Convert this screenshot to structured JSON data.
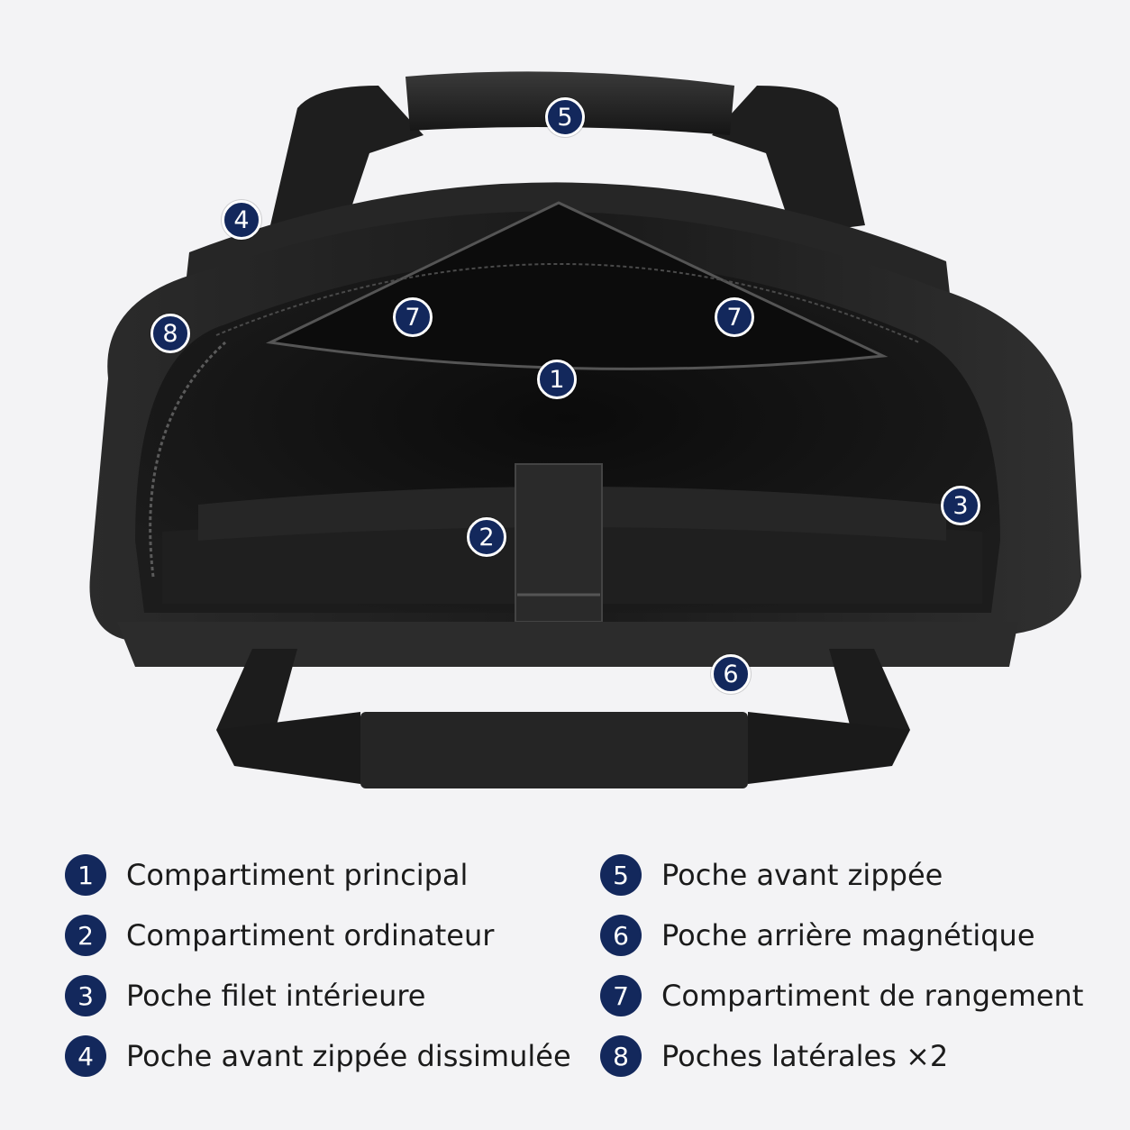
{
  "markers": [
    {
      "num": "5"
    },
    {
      "num": "4"
    },
    {
      "num": "8"
    },
    {
      "num": "7"
    },
    {
      "num": "7"
    },
    {
      "num": "1"
    },
    {
      "num": "3"
    },
    {
      "num": "2"
    },
    {
      "num": "6"
    }
  ],
  "legend": [
    {
      "num": "1",
      "label": "Compartiment principal"
    },
    {
      "num": "2",
      "label": "Compartiment ordinateur"
    },
    {
      "num": "3",
      "label": "Poche filet intérieure"
    },
    {
      "num": "4",
      "label": "Poche avant zippée dissimulée"
    },
    {
      "num": "5",
      "label": "Poche avant zippée"
    },
    {
      "num": "6",
      "label": "Poche arrière magnétique"
    },
    {
      "num": "7",
      "label": "Compartiment de rangement"
    },
    {
      "num": "8",
      "label": "Poches latérales ×2"
    }
  ],
  "colors": {
    "marker": "#13285c",
    "background": "#f3f3f5",
    "bag": "#141414"
  }
}
